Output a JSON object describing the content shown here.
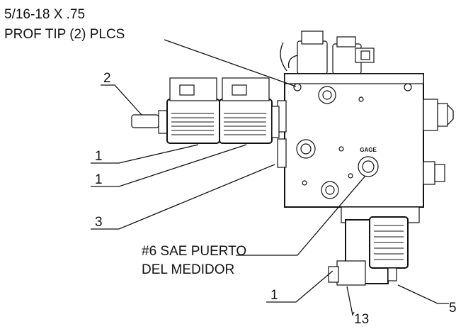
{
  "annotations": {
    "thread_spec_line1": "5/16-18 X .75",
    "thread_spec_line2": "PROF TIP (2) PLCS",
    "gage_port_line1": "#6 SAE PUERTO",
    "gage_port_line2": "DEL MEDIDOR",
    "gage_label": "GAGE"
  },
  "balloons": {
    "b2": "2",
    "b1_top": "1",
    "b1_mid": "1",
    "b3": "3",
    "b1_bottom": "1",
    "b13": "13",
    "b5": "5"
  }
}
